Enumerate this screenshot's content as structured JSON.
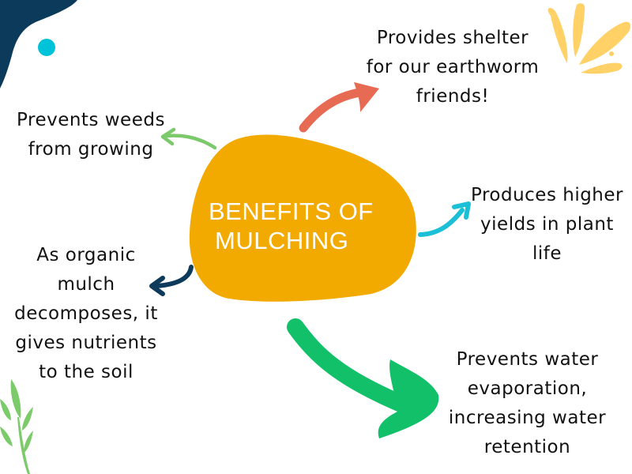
{
  "center": {
    "title_lines": [
      "BENEFITS OF",
      "MULCHING"
    ],
    "color": "#F2A900"
  },
  "benefits": [
    {
      "id": "shelter",
      "lines": [
        "Provides shelter",
        "for our earthworm",
        "friends!"
      ],
      "arrow_color": "#E76A53"
    },
    {
      "id": "weeds",
      "lines": [
        "Prevents weeds",
        "from growing"
      ],
      "arrow_color": "#7CC96B"
    },
    {
      "id": "yields",
      "lines": [
        "Produces higher",
        "yields in plant",
        "life"
      ],
      "arrow_color": "#1CC0D6"
    },
    {
      "id": "nutrients",
      "lines": [
        "As organic",
        "mulch",
        "decomposes, it",
        "gives nutrients",
        "to the soil"
      ],
      "arrow_color": "#0E3A5C"
    },
    {
      "id": "water",
      "lines": [
        "Prevents water",
        "evaporation,",
        "increasing water",
        "retention"
      ],
      "arrow_color": "#12C06A"
    }
  ],
  "decor": {
    "corner_blob_color": "#0B3A5A",
    "dot_color": "#00C2D9",
    "splash_color": "#FFD166",
    "leaf_color": "#7CCB6A"
  }
}
